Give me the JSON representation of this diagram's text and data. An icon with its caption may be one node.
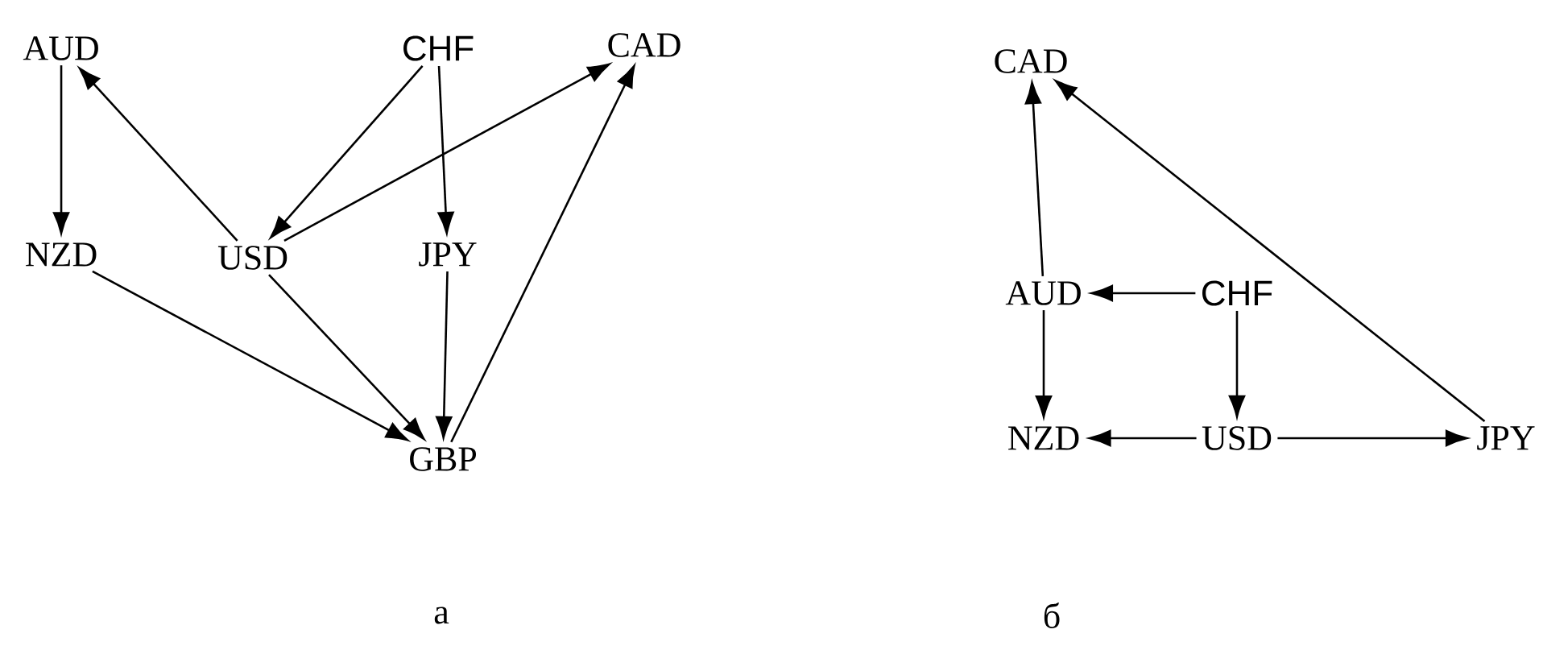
{
  "diagram": {
    "nodes": [
      {
        "text": [
          "AUD"
        ]
      },
      {
        "text": [
          "CHF"
        ]
      },
      {
        "text": [
          "CAD"
        ]
      },
      {
        "text": [
          "NZD"
        ]
      },
      {
        "text": [
          "USD"
        ]
      },
      {
        "text": [
          "JPY"
        ]
      },
      {
        "text": [
          "GBP"
        ]
      },
      {
        "text": [
          "CAD"
        ]
      },
      {
        "text": [
          "AUD"
        ]
      },
      {
        "text": [
          "CHF"
        ]
      },
      {
        "text": [
          "NZD"
        ]
      },
      {
        "text": [
          "USD"
        ]
      },
      {
        "text": [
          "JPY"
        ]
      }
    ],
    "edges": [
      {
        "from": 0,
        "to": 3,
        "arrow": "to"
      },
      {
        "from": 4,
        "to": 0,
        "arrow": "to"
      },
      {
        "from": 1,
        "to": 4,
        "arrow": "to"
      },
      {
        "from": 4,
        "to": 2,
        "arrow": "to"
      },
      {
        "from": 1,
        "to": 5,
        "arrow": "to"
      },
      {
        "from": 3,
        "to": 6,
        "arrow": "to"
      },
      {
        "from": 4,
        "to": 6,
        "arrow": "to"
      },
      {
        "from": 5,
        "to": 6,
        "arrow": "to"
      },
      {
        "from": 6,
        "to": 2,
        "arrow": "to"
      },
      {
        "from": 8,
        "to": 7,
        "arrow": "to"
      },
      {
        "from": 9,
        "to": 8,
        "arrow": "to"
      },
      {
        "from": 8,
        "to": 10,
        "arrow": "to"
      },
      {
        "from": 9,
        "to": 11,
        "arrow": "to"
      },
      {
        "from": 11,
        "to": 10,
        "arrow": "to"
      },
      {
        "from": 11,
        "to": 12,
        "arrow": "to"
      },
      {
        "from": 12,
        "to": 7,
        "arrow": "to"
      }
    ],
    "labels": [
      "а",
      "б"
    ]
  }
}
